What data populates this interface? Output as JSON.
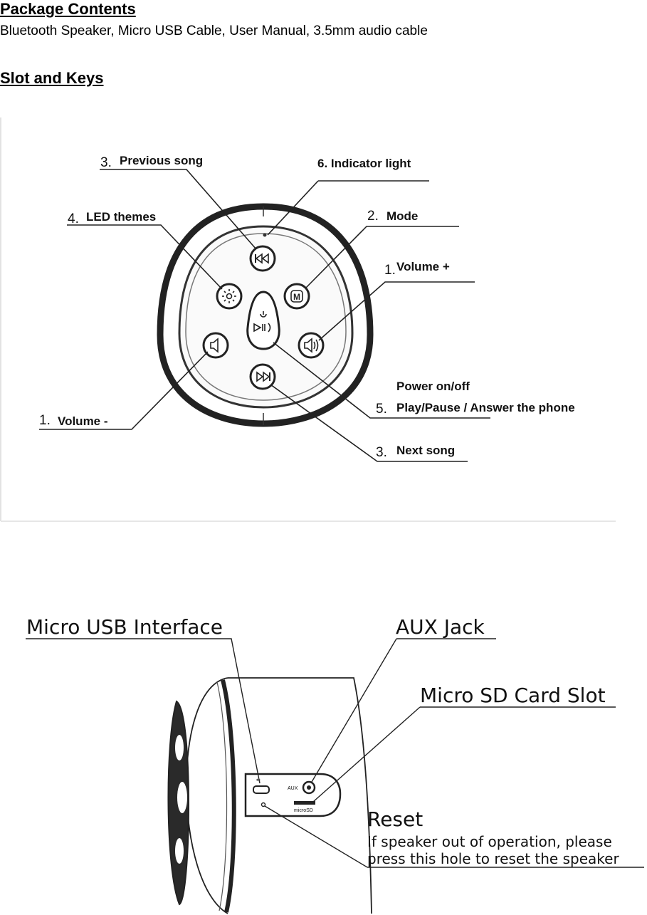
{
  "sections": {
    "package_title": "Package Contents",
    "package_text": "Bluetooth Speaker, Micro USB Cable, User Manual, 3.5mm audio cable",
    "slot_title": "Slot and Keys"
  },
  "top_diagram": {
    "labels": {
      "prev_num": "3.",
      "prev": "Previous song",
      "indicator": "6. Indicator light",
      "led_num": "4.",
      "led": "LED themes",
      "mode_num": "2.",
      "mode": "Mode",
      "volup_num": "1.",
      "volup": "Volume +",
      "voldown_num": "1.",
      "voldown": "Volume -",
      "power": "Power on/off",
      "play_num": "5.",
      "play": "Play/Pause / Answer the phone",
      "next_num": "3.",
      "next": "Next song"
    },
    "button_icons": [
      "prev-icon",
      "led-icon",
      "mode-icon",
      "play-pause-icon",
      "volume-down-icon",
      "volume-up-icon",
      "next-icon"
    ],
    "mode_glyph": "M"
  },
  "side_diagram": {
    "labels": {
      "usb": "Micro USB Interface",
      "aux": "AUX Jack",
      "sd": "Micro SD Card Slot",
      "reset": "Reset",
      "reset_line1": "If speaker out of operation, please",
      "reset_line2": "press this hole to reset the speaker",
      "aux_tag": "AUX",
      "sd_tag": "microSD"
    }
  }
}
